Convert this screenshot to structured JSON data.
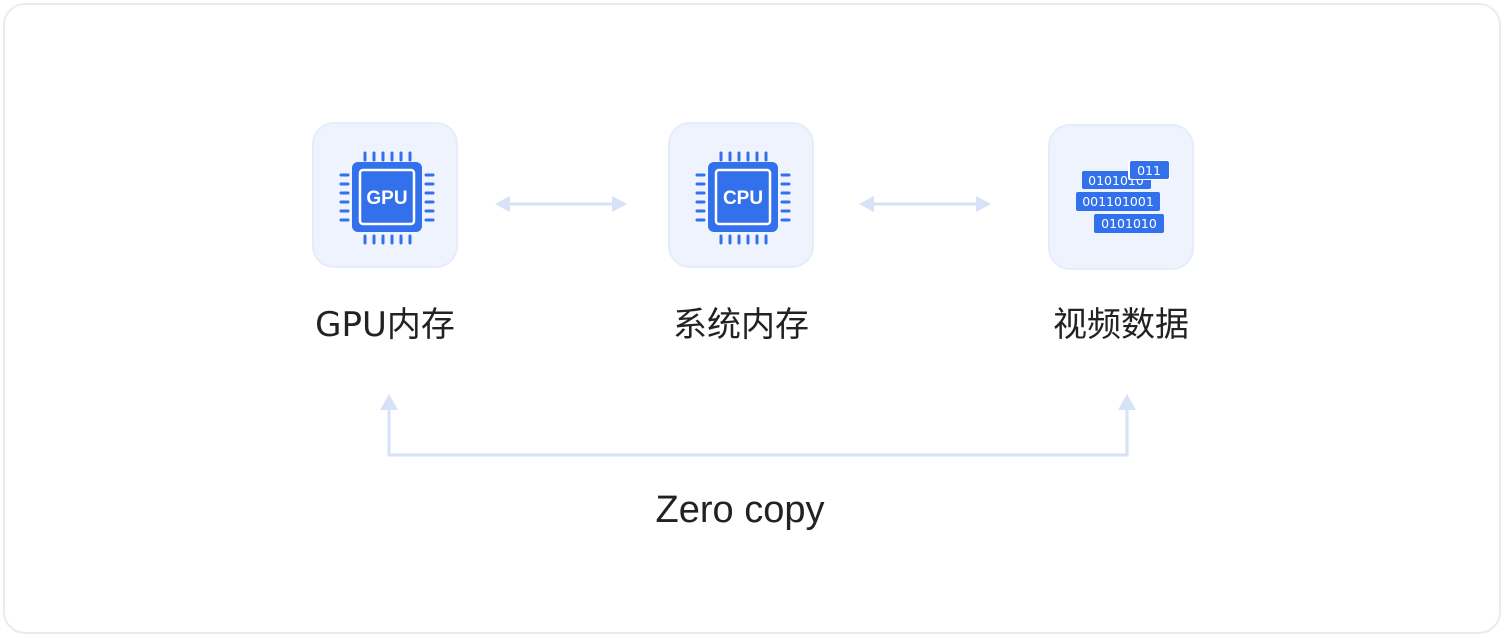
{
  "nodes": [
    {
      "label": "GPU内存",
      "chip_text": "GPU",
      "icon": "gpu-chip-icon"
    },
    {
      "label": "系统内存",
      "chip_text": "CPU",
      "icon": "cpu-chip-icon"
    },
    {
      "label": "视频数据",
      "icon": "binary-data-icon",
      "bits": [
        "011",
        "0101010",
        "001101001",
        "0101010"
      ]
    }
  ],
  "zero_copy": {
    "label": "Zero copy"
  },
  "colors": {
    "accent": "#3370eb",
    "arrow": "#d6e2f7",
    "box_bg": "#eef3fd",
    "border": "#e6ecf6"
  }
}
